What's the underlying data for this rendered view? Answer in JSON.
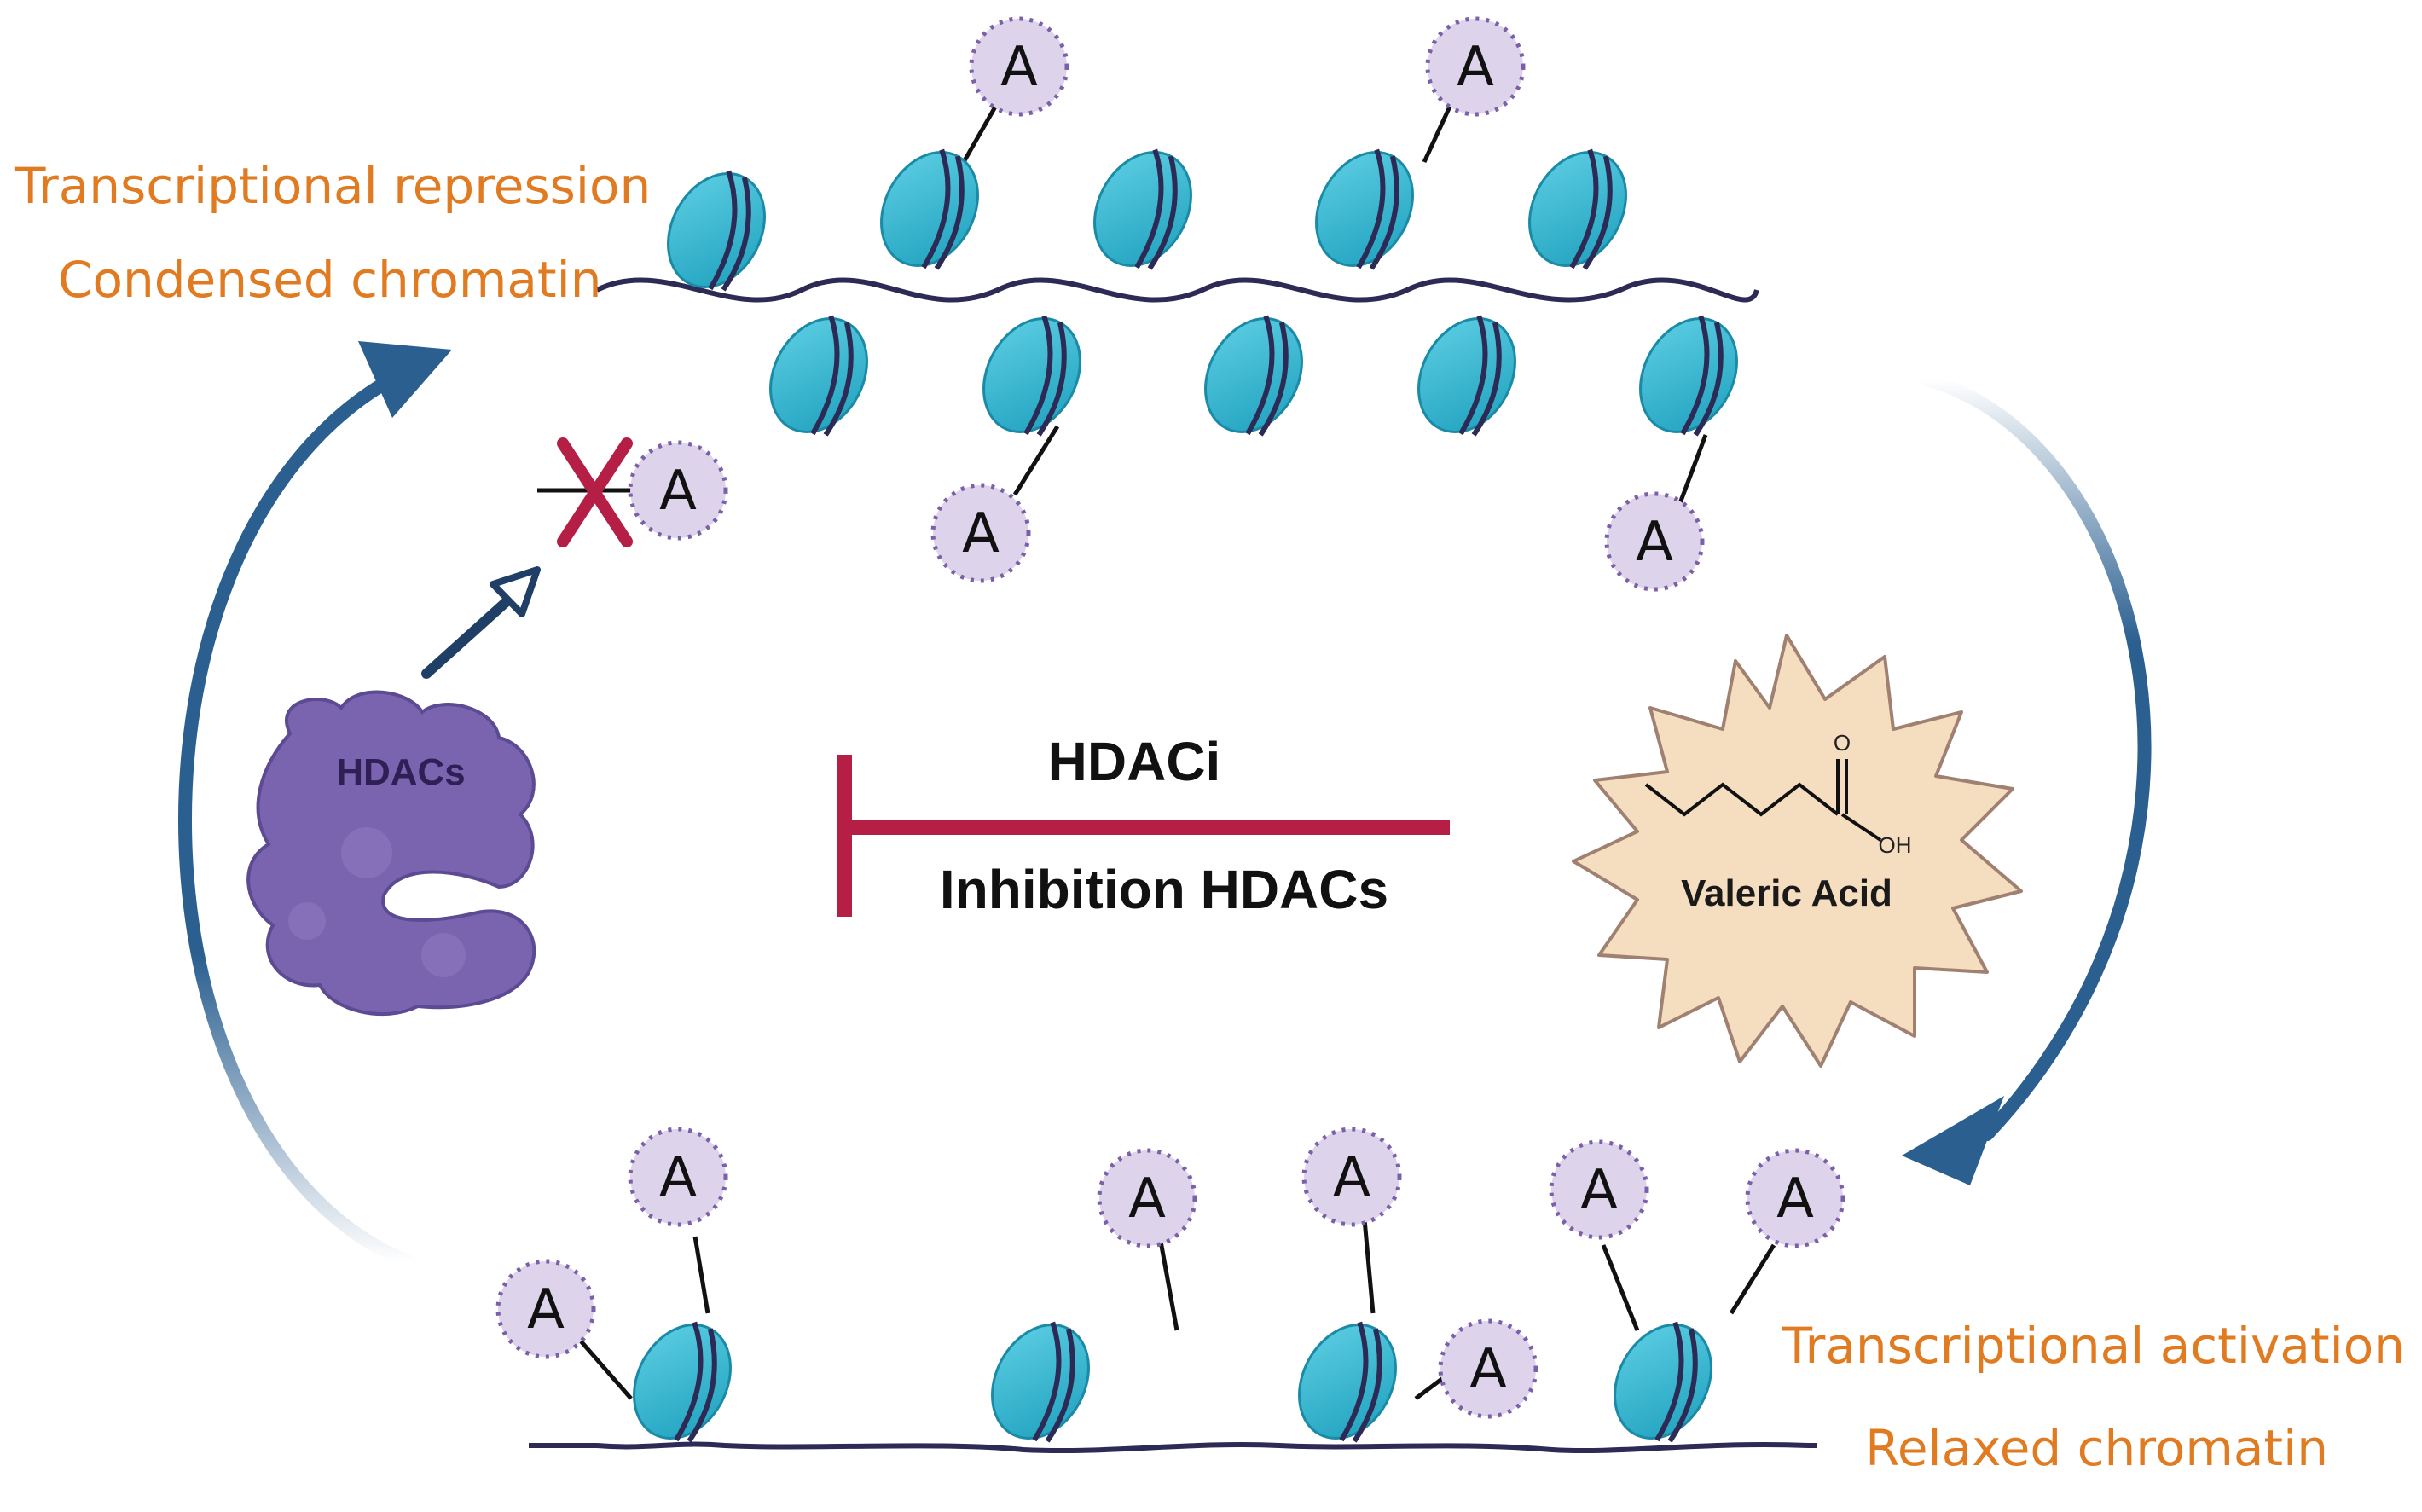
{
  "labels": {
    "top_state": [
      "Transcriptional repression",
      "Condensed chromatin"
    ],
    "bottom_state": [
      "Transcriptional activation",
      "Relaxed chromatin"
    ],
    "hdaci": "HDACi",
    "inhibition": "Inhibition HDACs",
    "enzyme": "HDACs",
    "compound": "Valeric Acid",
    "acetyl_mark": "A",
    "atom_o": "O",
    "atom_oh": "OH"
  },
  "colors": {
    "orange_text": "#e07b22",
    "nucleosome": "#2bb6cf",
    "dna": "#2d2a55",
    "acetyl_fill": "#ddd3ea",
    "cycle_arrow": "#2a5f90",
    "inhibitor_bar": "#b51f45",
    "hdac_protein": "#7a64b0",
    "valeric_burst": "#f5ddc0"
  },
  "icons": [
    "nucleosome-icon",
    "acetyl-group-icon",
    "hdac-enzyme-icon",
    "blocked-acetyl-icon",
    "valeric-acid-burst-icon",
    "inhibition-arrow-icon",
    "cycle-arrow-icon"
  ]
}
